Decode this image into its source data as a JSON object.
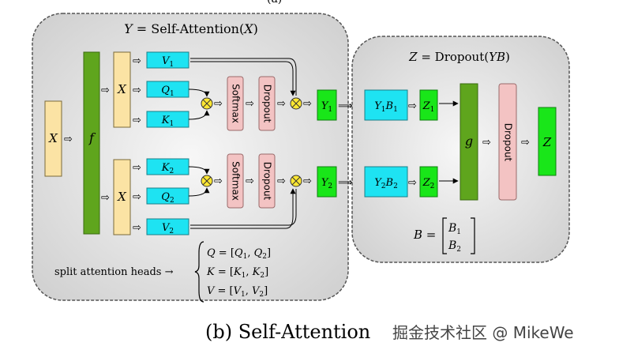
{
  "colors": {
    "panel_fill": "#e6e6e6",
    "panel_stroke": "#555555",
    "x_block": "#fbe3a4",
    "f_block": "#5fa51d",
    "vqk_block": "#1ee3f2",
    "softmax_block": "#f3c3c3",
    "y_block": "#19e619",
    "mult_circle": "#ffe733",
    "g_block": "#5fa51d",
    "z_block": "#19e619"
  },
  "left_panel": {
    "title": "Y = Self-Attention(X)",
    "input_label": "X",
    "f_label": "f",
    "head1": {
      "x_label": "X",
      "v_label": "V1",
      "q_label": "Q1",
      "k_label": "K1",
      "softmax_label": "Softmax",
      "dropout_label": "Dropout",
      "y_label": "Y1"
    },
    "head2": {
      "x_label": "X",
      "k_label": "K2",
      "q_label": "Q2",
      "v_label": "V2",
      "softmax_label": "Softmax",
      "dropout_label": "Dropout",
      "y_label": "Y2"
    },
    "split_text": "split attention heads →",
    "equations": [
      "Q = [Q1, Q2]",
      "K = [K1, K2]",
      "V = [V1, V2]"
    ]
  },
  "right_panel": {
    "title": "Z = Dropout(YB)",
    "yb1_label": "Y1B1",
    "yb2_label": "Y2B2",
    "z1_label": "Z1",
    "z2_label": "Z2",
    "g_label": "g",
    "dropout_label": "Dropout",
    "z_label": "Z",
    "b_equation": "B = [B1; B2]"
  },
  "caption": "(b) Self-Attention",
  "watermark": "掘金技术社区 @ MikeWe"
}
